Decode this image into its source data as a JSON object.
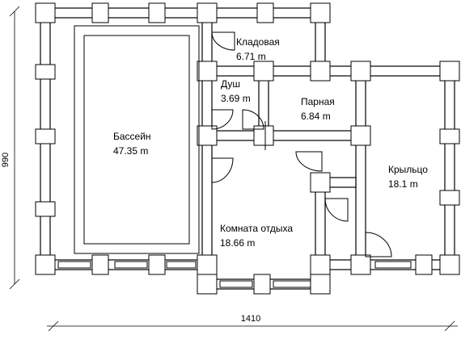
{
  "rooms": [
    {
      "id": "pool",
      "name": "Бассейн",
      "area": "47.35 m"
    },
    {
      "id": "storage",
      "name": "Кладовая",
      "area": "6.71 m"
    },
    {
      "id": "shower",
      "name": "Душ",
      "area": "3.69 m"
    },
    {
      "id": "steam",
      "name": "Парная",
      "area": "6.84 m"
    },
    {
      "id": "porch",
      "name": "Крыльцо",
      "area": "18.1 m"
    },
    {
      "id": "rest",
      "name": "Комната отдыха",
      "area": "18.66 m"
    }
  ],
  "dimensions": {
    "width": "1410",
    "height": "990"
  }
}
